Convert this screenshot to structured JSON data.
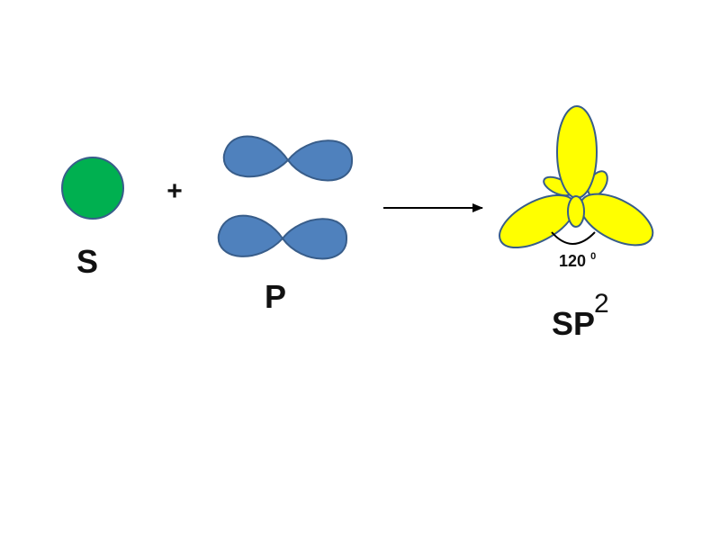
{
  "labels": {
    "s": "S",
    "plus": "+",
    "p": "P",
    "sp_base": "SP",
    "sp_exponent": "2",
    "angle_value": "120",
    "angle_superscript": "0"
  },
  "colors": {
    "s_orbital": "#00B050",
    "p_orbital": "#4F81BD",
    "hybrid_orbital": "#FFFF00",
    "outline": "#385D8A",
    "arrow": "#000000"
  }
}
